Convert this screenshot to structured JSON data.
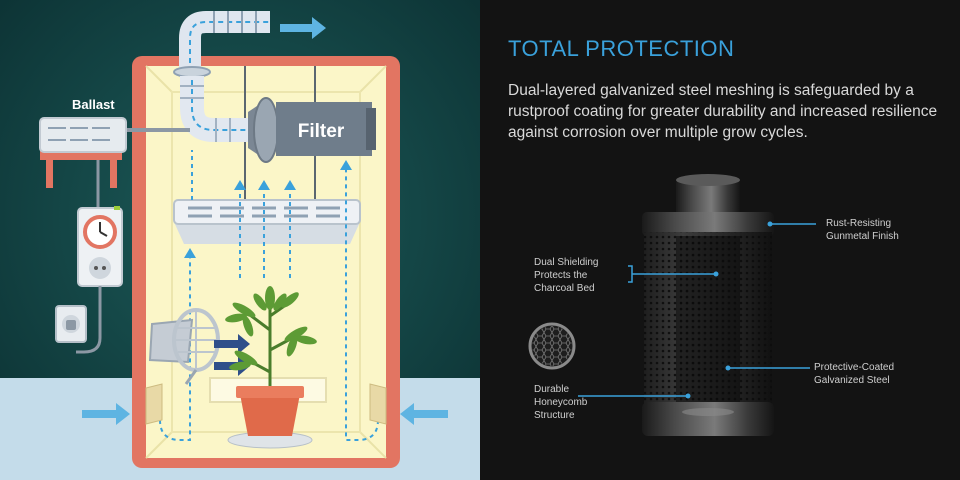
{
  "illustration": {
    "ballast_label": "Ballast",
    "filter_label": "Filter"
  },
  "panel": {
    "title": "TOTAL PROTECTION",
    "description": "Dual-layered galvanized steel meshing is safeguarded by a rustproof coating for greater durability and increased resilience against corrosion over multiple grow cycles.",
    "callouts": {
      "rust": "Rust-Resisting\nGunmetal Finish",
      "dual": "Dual Shielding\nProtects the\nCharcoal Bed",
      "honeycomb": "Durable\nHoneycomb\nStructure",
      "steel": "Protective-Coated\nGalvanized Steel"
    }
  },
  "colors": {
    "accent": "#3aa1db",
    "tent_frame": "#e27562",
    "tent_interior": "#fbf6c8",
    "left_background": "#0f3d3d",
    "right_background": "#131313"
  }
}
